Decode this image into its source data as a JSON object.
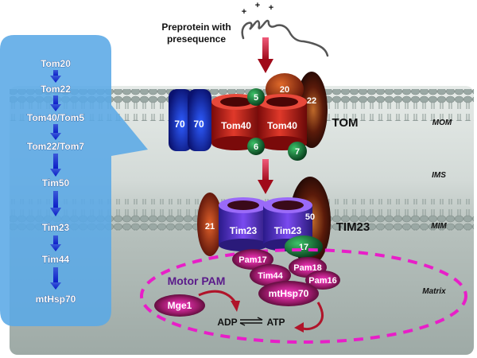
{
  "title": "Mitochondrial presequence import pathway (TOM / TIM23 / PAM)",
  "preprotein": {
    "label_line1": "Preprotein with",
    "label_line2": "presequence",
    "charges": [
      "+",
      "+",
      "+"
    ]
  },
  "pathway": {
    "steps": [
      "Tom20",
      "Tom22",
      "Tom40/Tom5",
      "Tom22/Tom7",
      "Tim50",
      "Tim23",
      "Tim44",
      "mtHsp70"
    ]
  },
  "compartments": {
    "mom": "MOM",
    "ims": "IMS",
    "mim": "MIM",
    "matrix": "Matrix"
  },
  "complexes": {
    "tom": "TOM",
    "tim23": "TIM23",
    "motor": "Motor PAM"
  },
  "tom_components": {
    "tom70_a": "70",
    "tom70_b": "70",
    "tom40_a": "Tom40",
    "tom40_b": "Tom40",
    "tom5": "5",
    "tom6": "6",
    "tom7": "7",
    "tom20": "20",
    "tom22": "22"
  },
  "tim_components": {
    "tim21": "21",
    "tim23_a": "Tim23",
    "tim23_b": "Tim23",
    "tim50": "50",
    "tim17": "17"
  },
  "pam_components": {
    "pam17": "Pam17",
    "tim44": "Tim44",
    "pam18": "Pam18",
    "pam16": "Pam16",
    "mthsp70": "mtHsp70",
    "mge1": "Mge1",
    "adp": "ADP",
    "atp": "ATP"
  },
  "colors": {
    "panel_blue": "#5aa8e6",
    "pathway_arrow": "#1a2fd0",
    "import_arrow": "#b0142a",
    "motor_label": "#5a1a8a",
    "dashed_circle": "#e81ec8",
    "membrane": "#9aa8a4",
    "matrix_bg": "#a8b4b0",
    "ims_bg": "#e4e9e6"
  }
}
